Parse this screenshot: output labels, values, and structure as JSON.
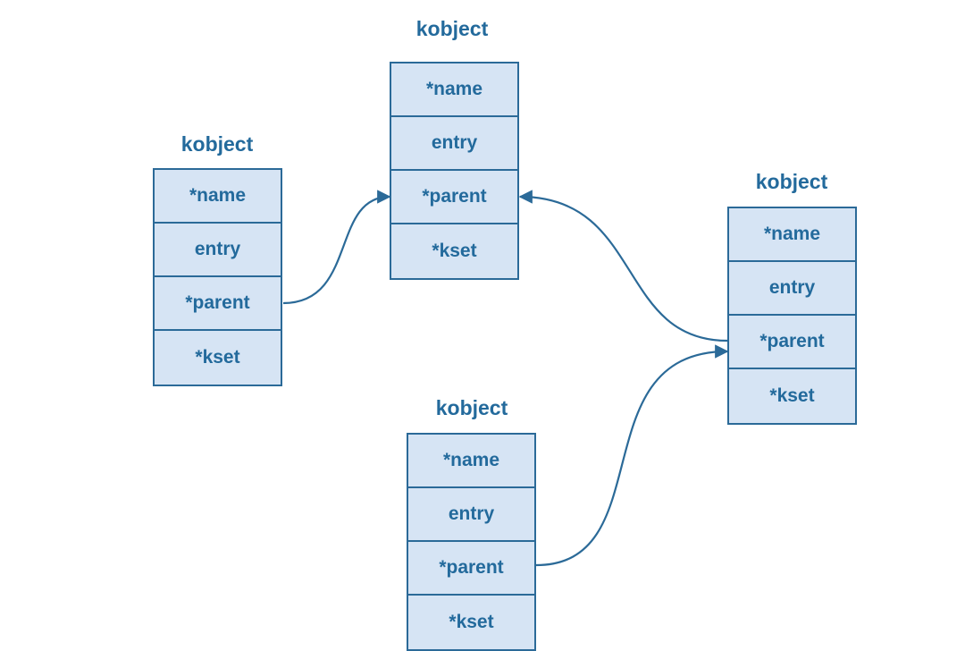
{
  "nodes": [
    {
      "title": "kobject",
      "fields": [
        "*name",
        "entry",
        "*parent",
        "*kset"
      ]
    },
    {
      "title": "kobject",
      "fields": [
        "*name",
        "entry",
        "*parent",
        "*kset"
      ]
    },
    {
      "title": "kobject",
      "fields": [
        "*name",
        "entry",
        "*parent",
        "*kset"
      ]
    },
    {
      "title": "kobject",
      "fields": [
        "*name",
        "entry",
        "*parent",
        "*kset"
      ]
    }
  ],
  "edges": [
    {
      "from": "left-kobject.parent",
      "to": "top-kobject.parent"
    },
    {
      "from": "right-kobject.parent",
      "to": "top-kobject.parent"
    },
    {
      "from": "bottom-kobject.parent",
      "to": "right-kobject.parent"
    }
  ],
  "colors": {
    "accent": "#236a9c",
    "stroke": "#2b6a98",
    "fill": "#d6e4f4",
    "background": "#ffffff"
  }
}
